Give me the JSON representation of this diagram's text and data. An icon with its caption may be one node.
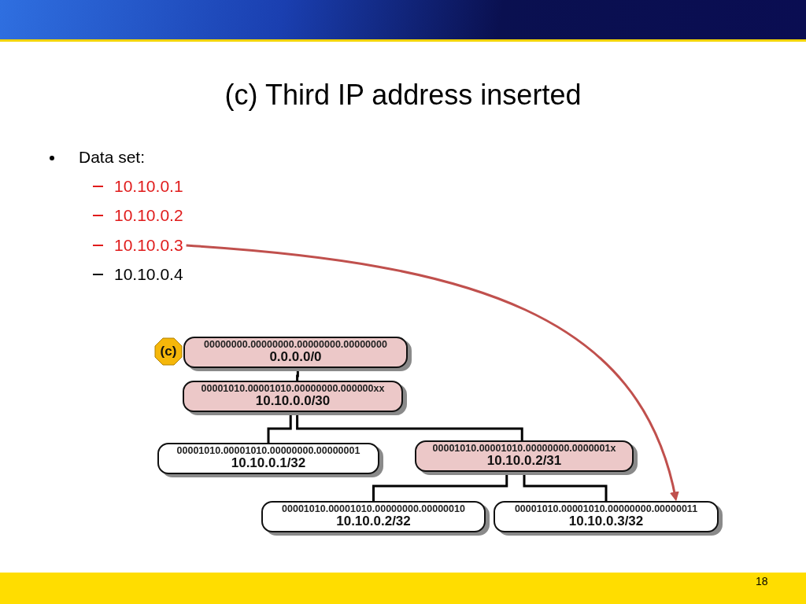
{
  "diagram": {
    "title": "(c) Third IP address inserted",
    "nodes": [
      {
        "text": [
          "10.10.0.3"
        ]
      },
      {
        "text": [
          "(c)"
        ]
      },
      {
        "text": [
          "00000000.00000000.00000000.00000000",
          "0.0.0.0/0"
        ]
      },
      {
        "text": [
          "00001010.00001010.00000000.000000xx",
          "10.10.0.0/30"
        ]
      },
      {
        "text": [
          "00001010.00001010.00000000.00000001",
          "10.10.0.1/32"
        ]
      },
      {
        "text": [
          "00001010.00001010.00000000.0000001x",
          "10.10.0.2/31"
        ]
      },
      {
        "text": [
          "00001010.00001010.00000000.00000010",
          "10.10.0.2/32"
        ]
      },
      {
        "text": [
          "00001010.00001010.00000000.00000011",
          "10.10.0.3/32"
        ]
      }
    ],
    "edges": [
      {
        "from": 2,
        "to": 3,
        "arrow": "none"
      },
      {
        "from": 3,
        "to": 4,
        "arrow": "none"
      },
      {
        "from": 3,
        "to": 5,
        "arrow": "none"
      },
      {
        "from": 5,
        "to": 6,
        "arrow": "none"
      },
      {
        "from": 5,
        "to": 7,
        "arrow": "none"
      },
      {
        "from": 0,
        "to": 7,
        "arrow": "to",
        "color": "#c0504d"
      }
    ],
    "labels": [
      "Data set:",
      "10.10.0.1",
      "10.10.0.2",
      "10.10.0.4",
      "18"
    ]
  }
}
